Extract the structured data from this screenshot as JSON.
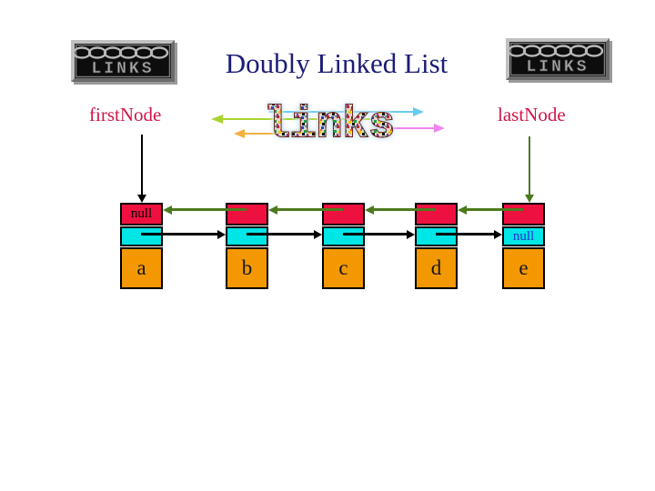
{
  "slide": {
    "title": "Doubly Linked List"
  },
  "logo": {
    "text": "LINKS"
  },
  "labels": {
    "first_node": "firstNode",
    "last_node": "lastNode"
  },
  "wordart": {
    "text": "links"
  },
  "diagram": {
    "nodes": [
      {
        "data": "a",
        "prev_label": "null",
        "next_label": ""
      },
      {
        "data": "b",
        "prev_label": "",
        "next_label": ""
      },
      {
        "data": "c",
        "prev_label": "",
        "next_label": ""
      },
      {
        "data": "d",
        "prev_label": "",
        "next_label": ""
      },
      {
        "data": "e",
        "prev_label": "",
        "next_label": "null"
      }
    ]
  },
  "colors": {
    "title-navy": "#1c1c78",
    "label-crimson": "#d01648",
    "node-red": "#ee1140",
    "node-cyan": "#00e5e5",
    "node-orange": "#f39800",
    "pointer-green": "#4d7a1e",
    "null-blue": "#2233cc",
    "arrow-cyan": "#66ccee",
    "arrow-lime": "#a8d430",
    "arrow-orange": "#f2b13e",
    "arrow-pink": "#ee85ee"
  }
}
